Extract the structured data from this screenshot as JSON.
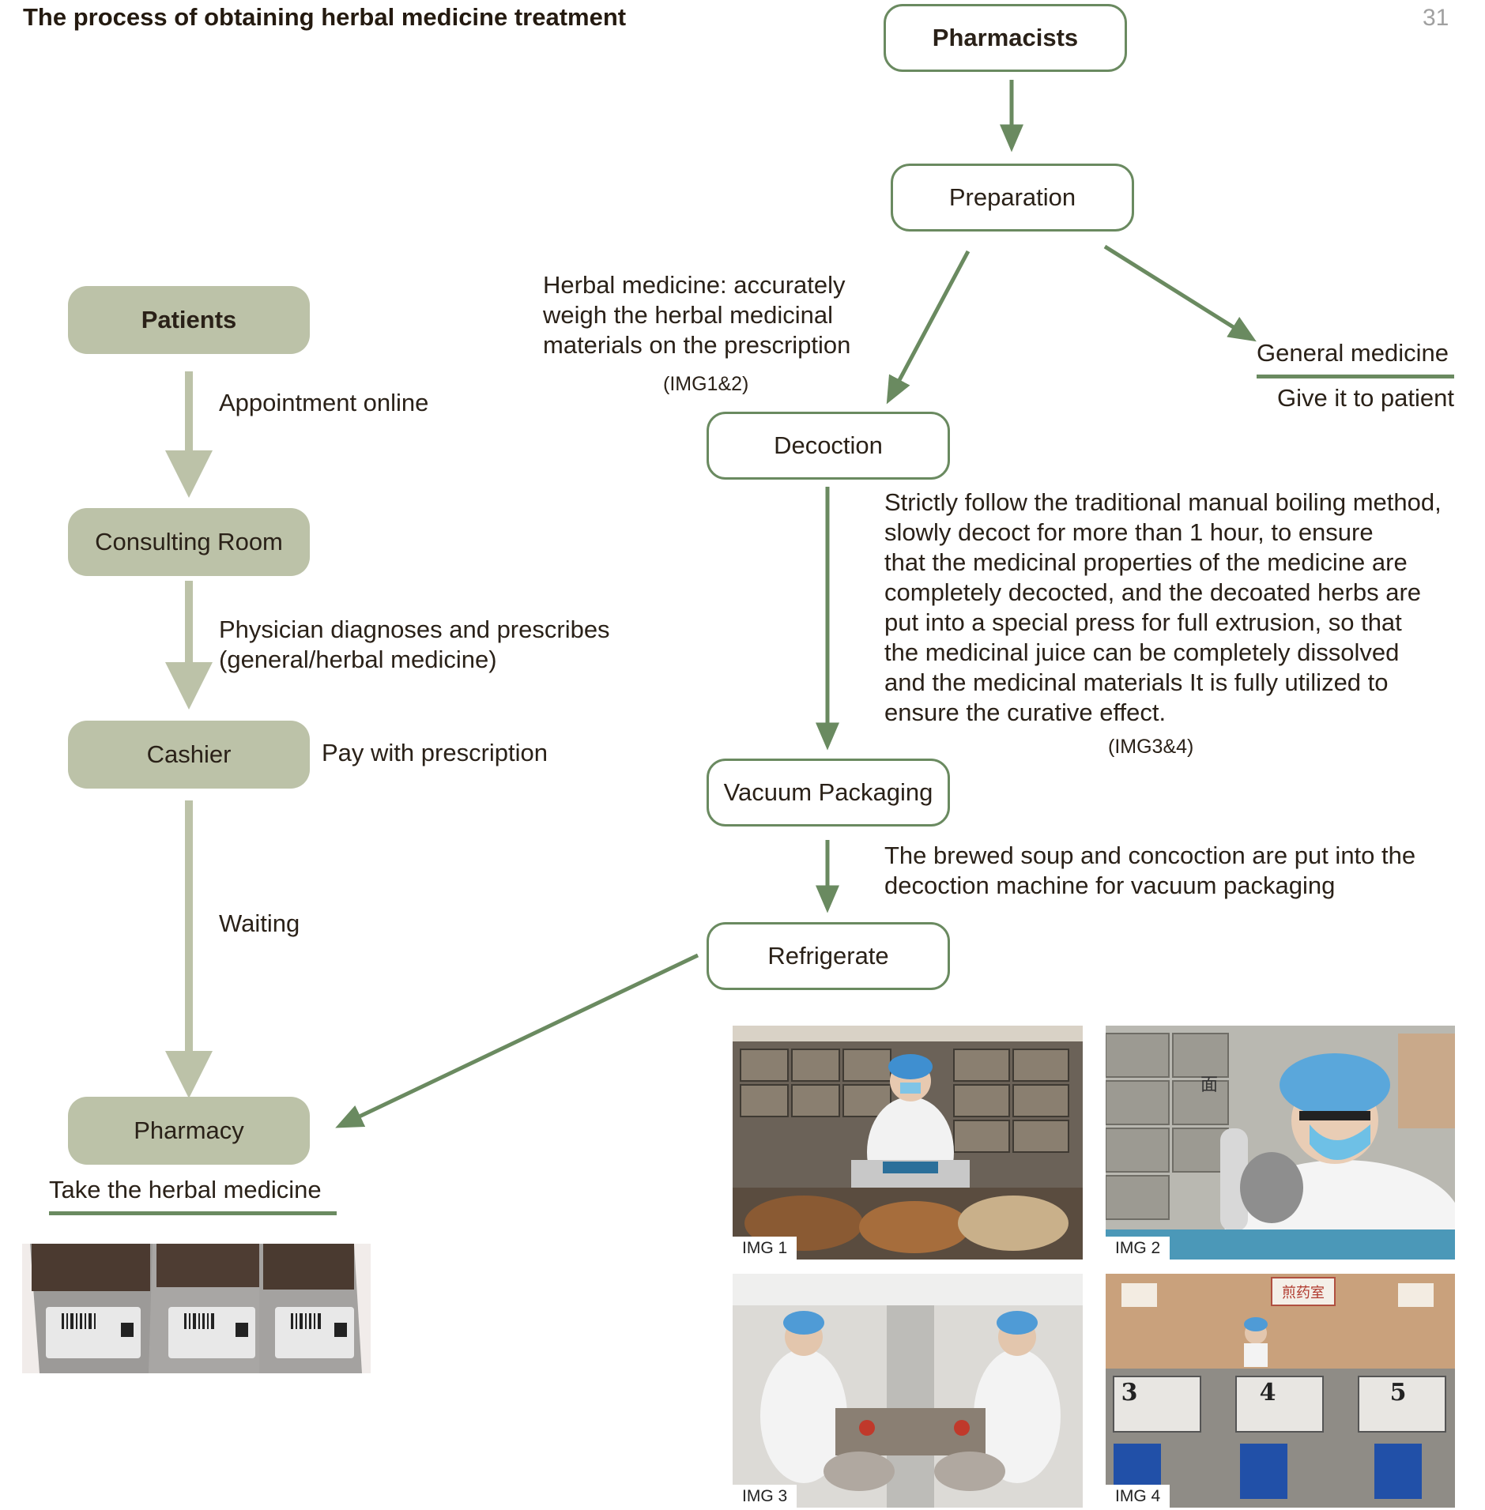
{
  "title": "The process of obtaining herbal medicine treatment",
  "page_number": "31",
  "patient_flow": {
    "nodes": {
      "patients": "Patients",
      "consulting_room": "Consulting Room",
      "cashier": "Cashier",
      "pharmacy": "Pharmacy"
    },
    "labels": {
      "appointment": "Appointment online",
      "diagnosis_line1": "Physician diagnoses and prescribes",
      "diagnosis_line2": "(general/herbal medicine)",
      "payment": "Pay with prescription",
      "waiting": "Waiting",
      "take_medicine": "Take the herbal medicine"
    }
  },
  "pharmacist_flow": {
    "nodes": {
      "pharmacists": "Pharmacists",
      "preparation": "Preparation",
      "decoction": "Decoction",
      "vacuum_packaging": "Vacuum Packaging",
      "refrigerate": "Refrigerate"
    },
    "herbal_note": {
      "line1": "Herbal medicine: accurately",
      "line2": "weigh the herbal medicinal",
      "line3": "materials on the prescription",
      "ref": "(IMG1&2)"
    },
    "general": {
      "label": "General medicine",
      "sub": "Give it to patient"
    },
    "decoction_note": {
      "lines": [
        "Strictly follow the traditional manual boiling method,",
        "slowly decoct for more than 1 hour, to ensure",
        "that the medicinal properties of the medicine are",
        "completely decocted, and the decoated herbs are",
        "put into a special press for full extrusion, so that",
        "the medicinal juice can be completely dissolved",
        "and the medicinal materials It is fully utilized to",
        "ensure the curative effect."
      ],
      "ref": "(IMG3&4)"
    },
    "packaging_note": {
      "line1": "The brewed soup and concoction are put into the",
      "line2": "decoction machine for vacuum packaging"
    }
  },
  "images": {
    "img1": "IMG 1",
    "img2": "IMG 2",
    "img3": "IMG 3",
    "img4": "IMG 4",
    "img2_fragment": "面",
    "img4_sign": "煎药室",
    "img4_numbers": [
      "3",
      "4",
      "5"
    ]
  },
  "colors": {
    "patient_box": "#bcc2a8",
    "patient_arrow": "#bcc2a8",
    "pharmacist_outline": "#6a8a60",
    "text": "#2a2118"
  }
}
